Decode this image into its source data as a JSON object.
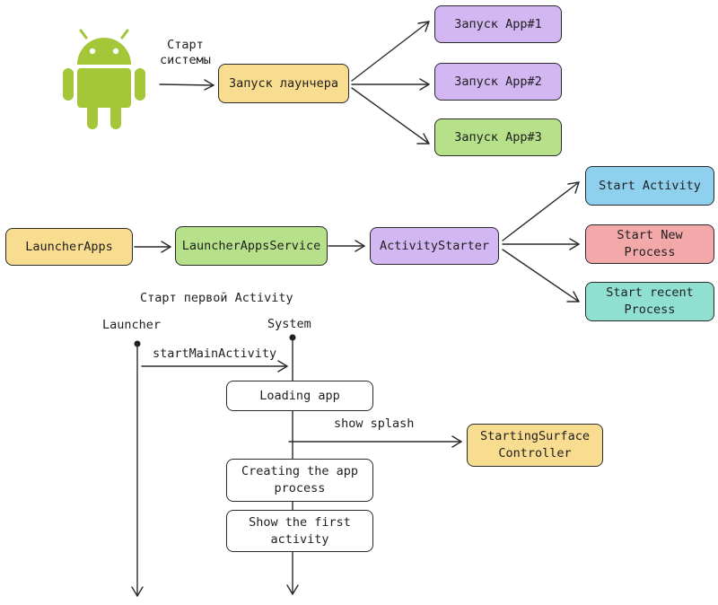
{
  "colors": {
    "yellow": "#f8dc8f",
    "purple": "#d3b7f2",
    "green": "#b6e08a",
    "blue": "#8fd0ef",
    "red": "#f3a9a9",
    "teal": "#8fe0d0",
    "white": "#ffffff",
    "android": "#a4c639"
  },
  "section1": {
    "icon": "android-robot-icon",
    "system_start_label": "Старт\nсистемы",
    "launcher_box": "Запуск лаунчера",
    "app1_box": "Запуск App#1",
    "app2_box": "Запуск App#2",
    "app3_box": "Запуск App#3"
  },
  "section2": {
    "launcher_apps_box": "LauncherApps",
    "launcher_apps_service_box": "LauncherAppsService",
    "activity_starter_box": "ActivityStarter",
    "start_activity_box": "Start Activity",
    "start_new_process_box": "Start New\nProcess",
    "start_recent_process_box": "Start recent\nProcess"
  },
  "section3": {
    "title": "Старт первой Activity",
    "launcher_lane": "Launcher",
    "system_lane": "System",
    "start_main_activity_label": "startMainActivity",
    "loading_app_box": "Loading app",
    "show_splash_label": "show splash",
    "starting_surface_box": "StartingSurface\nController",
    "creating_process_box": "Creating the app\nprocess",
    "show_first_activity_box": "Show the first\nactivity"
  }
}
